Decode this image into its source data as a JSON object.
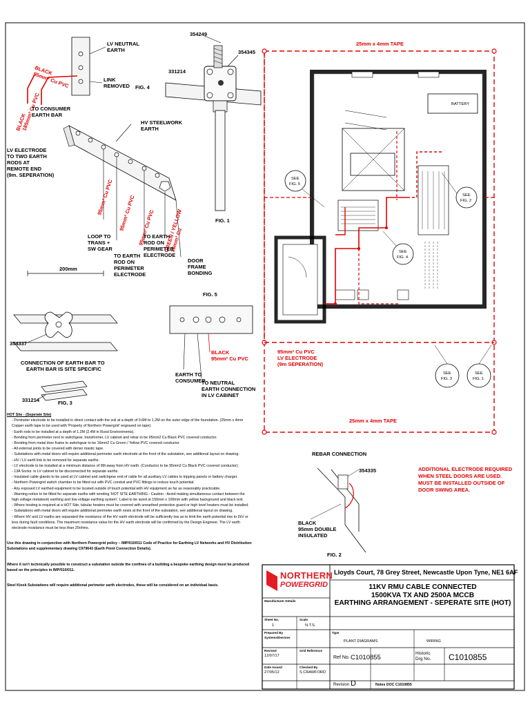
{
  "drawing": {
    "fig_labels": {
      "fig1": "FIG. 1",
      "fig2": "FIG. 2",
      "fig3": "FIG. 3",
      "fig4": "FIG. 4",
      "fig5": "FIG. 5"
    },
    "fig1": {
      "part_top": "354249",
      "part_right": "354345",
      "part_left": "331214"
    },
    "fig4": {
      "lv_neutral_earth": [
        "LV NEUTRAL",
        "EARTH"
      ],
      "black_95_a": [
        "BLACK",
        "95mm² Cu PVC"
      ],
      "black_185": [
        "BLACK",
        "185mm² Cu PVC"
      ],
      "link_removed": [
        "LINK",
        "REMOVED"
      ],
      "to_consumer_earth_bar": [
        "TO CONSUMER",
        "EARTH BAR"
      ],
      "lv_electrode": [
        "LV ELECTRODE",
        "TO TWO EARTH",
        "RODS AT",
        "REMOTE END",
        "(9m. SEPERATION)"
      ],
      "hv_steelwork_earth": [
        "HV STEELWORK",
        "EARTH"
      ],
      "cable_a": "95mm² Cu PVC",
      "cable_b": "95mm² Cu PVC",
      "cable_c": "95mm² Cu PVC",
      "cable_d": [
        "GREEN / YELLOW",
        "16mm² Cu"
      ],
      "loop": [
        "LOOP TO",
        "TRANS +",
        "SW GEAR"
      ],
      "to_earth_rod_1": [
        "TO EARTH",
        "ROD ON",
        "PERIMETER",
        "ELECTRODE"
      ],
      "to_earth_rod_2": [
        "TO EARTH",
        "ROD ON",
        "PERIMETER",
        "ELECTRODE"
      ],
      "door_frame": [
        "DOOR",
        "FRAME",
        "BONDING"
      ]
    },
    "fig3": {
      "dimension": "200mm",
      "part_a": "354337",
      "part_b": "331214",
      "caption": [
        "CONNECTION OF EARTH BAR TO",
        "EARTH BAR IS SITE SPECIFIC"
      ]
    },
    "fig5": {
      "black_95": [
        "BLACK",
        "95mm² Cu PVC"
      ],
      "earth_to_consumer": [
        "EARTH TO",
        "CONSUMER"
      ],
      "to_neutral": [
        "TO NEUTRAL",
        "EARTH CONNECTION",
        "IN LV CABINET"
      ]
    },
    "plan": {
      "tape_top": "25mm x 4mm TAPE",
      "tape_bottom": "25mm x 4mm TAPE",
      "battery": "BATTERY",
      "see_fig5": [
        "SEE",
        "FIG. 5"
      ],
      "see_fig2_a": [
        "SEE",
        "FIG. 2"
      ],
      "see_fig4": [
        "SEE",
        "FIG. 4"
      ],
      "see_fig3": [
        "SEE",
        "FIG. 3"
      ],
      "see_fig1": [
        "SEE",
        "FIG. 1"
      ],
      "lv_electrode_note": [
        "95mm² Cu PVC",
        "LV ELECTRODE",
        "(9m SEPERATION)"
      ]
    },
    "fig2": {
      "title": "REBAR CONNECTION",
      "part": "354335",
      "black": [
        "BLACK",
        "95mm DOUBLE",
        "INSULATED"
      ]
    },
    "additional_electrode": [
      "ADDITIONAL ELECTRODE REQUIRED",
      "WHEN STEEL DOORS ARE USED.",
      "MUST BE INSTALLED OUTSIDE OF",
      "DOOR SWING AREA."
    ]
  },
  "notes": {
    "heading": "HOT Site - (Seperate Site)",
    "items": [
      "Perimeter electrode to be installed in direct contact with the soil at a depth of 0.6M to 1.2M on the outer edge of the foundation. (25mm x 4mm Copper earth tape to be used with 'Property of Northern Powergrid' engraved on tape).",
      "Earth rods to be installed at a depth of 1.2M (2.4M in Rural Environments).",
      "Bonding from perimeter next to switchgear, transformer, LV cabinet and rebar to be 95mm2 Cu Black PVC covered conductor.",
      "Bonding from metal door frame to switchgear to be 16mm2 Cu Green / Yellow PVC covered conductor.",
      "All external joints to be covered with denso mastic tape.",
      "Substations with metal doors will require additional perimeter earth electrode at the front of the substation, see additional layout on drawing.",
      "HV / LV earth link to be removed for separate earths.",
      "LV electrode to be installed at a minimum distance of 9M away from HV earth. (Conductor to be 95mm2 Cu Black PVC covered conductor).",
      "13A Socks: in LV cabinet to be disconnected for separate earths.",
      "Insulated cable glands to be used at LV cabinet and switchgear end of cable for all auxiliary LV cables to tripping panels or battery charger.",
      "Northern Powergrid switch chamber to be fitted out with PVC conduit and PVC fittings to reduce touch potential.",
      "Any exposed LV earthed equipment to be located outside of touch potential with HV equipment as far as reasonably practicable.",
      "Warning notice to be fitted for separate earths with wording 'HOT SITE EARTHING - Caution - Avoid making simultaneous contact between the high voltage metalwork earthing and low voltage earthing system'. Label to be sized at 150mm x 100mm with yellow background and black text.",
      "Where hosting is required at a HOT Site, tubular heaters must be covered with unearthed protective guard or high level heaters must be installed.",
      "Substations with metal doors will require additional perimeter earth nests at the front of the substation, see additional layout on drawing.",
      "Where HV and LV earths are separated the resistance of the HV earth electrode will be sufficiently low as to limit the earth potential rise to 2kV or less during fault conditions. The maximum resistance value for the HV earth electrode will be confirmed by the Design Engineer. The LV earth electrode resistance must be less than 20ohms."
    ],
    "para1": "Use this drawing in conjunction with Northern Powergrid policy – IMP/010/011 Code of Practice for Earthing LV Networks and HV Distribution Substations and supplementary drawing C979643 (Earth Point Connection Details).",
    "para2": "Where it isn't technically possible to construct a substation outside the confines of a building a bespoke earthing design must be produced based on the principles in IMP/010/011.",
    "para3": "Steel Kiosk Substations will require additional perimeter earth electrodes, these will be considered on an individual basis."
  },
  "title_block": {
    "logo_line1": "NORTHERN",
    "logo_line2": "POWERGRID",
    "address": "Lloyds Court, 78 Grey Street, Newcastle Upon Tyne, NE1 6AF",
    "title": [
      "11KV RMU CABLE CONNECTED",
      "1500KVA TX AND 2500A MCCB",
      "EARTHING ARRANGEMENT - SEPERATE SITE (HOT)"
    ],
    "manufacturer_caption": "Manufacturer Details",
    "sheet_no_caption": "Sheet No.",
    "sheet_no": "1",
    "scale_caption": "Scale",
    "scale": "N.T.S.",
    "prepared_caption": "Prepared By",
    "prepared": "Systems/Devices",
    "type_caption": "Type",
    "type": "PLANT DIAGRAMS",
    "type2": "WIRING",
    "revised_caption": "Revised",
    "revised": "12/07/17",
    "grid_ref_caption": "Grid Reference",
    "ref_no_caption": "Ref No.",
    "ref_no": "C1010855",
    "historic_caption": [
      "Historic",
      "Drg No."
    ],
    "historic_no": "C1010855",
    "date_issued_caption": "Date Issued",
    "date_issued": "27/05/12",
    "checked_caption": "Checked By",
    "checked": "S CRAWFORD",
    "revision_caption": "Revision",
    "revision": "D",
    "notes_doc": "Notes DOC C1010855"
  },
  "colors": {
    "earth_red": "#e00000",
    "logo_red": "#e31b23",
    "line": "#000000"
  }
}
